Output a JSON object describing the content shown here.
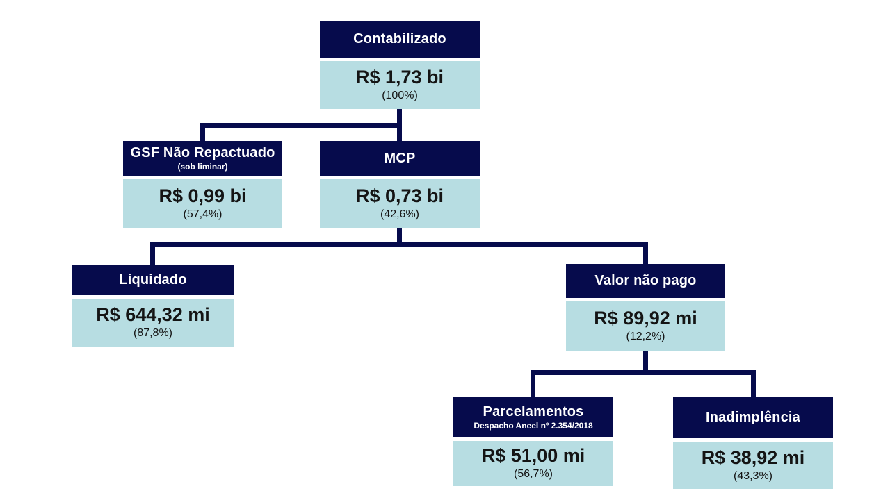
{
  "diagram": {
    "type": "tree",
    "nodes": [
      {
        "id": "contabilizado",
        "label": "Contabilizado",
        "value": "R$ 1,73 bi",
        "percent": "(100%)"
      },
      {
        "id": "gsf_nao_repactuado",
        "label": "GSF Não Repactuado",
        "sublabel": "(sob liminar)",
        "value": "R$ 0,99 bi",
        "percent": "(57,4%)"
      },
      {
        "id": "mcp",
        "label": "MCP",
        "value": "R$ 0,73 bi",
        "percent": "(42,6%)"
      },
      {
        "id": "liquidado",
        "label": "Liquidado",
        "value": "R$ 644,32 mi",
        "percent": "(87,8%)"
      },
      {
        "id": "valor_nao_pago",
        "label": "Valor não pago",
        "value": "R$ 89,92 mi",
        "percent": "(12,2%)"
      },
      {
        "id": "parcelamentos",
        "label": "Parcelamentos",
        "sublabel": "Despacho Aneel nº 2.354/2018",
        "value": "R$ 51,00 mi",
        "percent": "(56,7%)"
      },
      {
        "id": "inadimplencia",
        "label": "Inadimplência",
        "value": "R$ 38,92 mi",
        "percent": "(43,3%)"
      }
    ],
    "edges": [
      {
        "from": "contabilizado",
        "to": "gsf_nao_repactuado"
      },
      {
        "from": "contabilizado",
        "to": "mcp"
      },
      {
        "from": "mcp",
        "to": "liquidado"
      },
      {
        "from": "mcp",
        "to": "valor_nao_pago"
      },
      {
        "from": "valor_nao_pago",
        "to": "parcelamentos"
      },
      {
        "from": "valor_nao_pago",
        "to": "inadimplencia"
      }
    ]
  },
  "colors": {
    "header_bg": "#060b4c",
    "value_bg": "#b7dde2",
    "connector": "#060b4c",
    "header_text": "#ffffff",
    "value_text": "#141414",
    "page_bg": "#ffffff"
  }
}
